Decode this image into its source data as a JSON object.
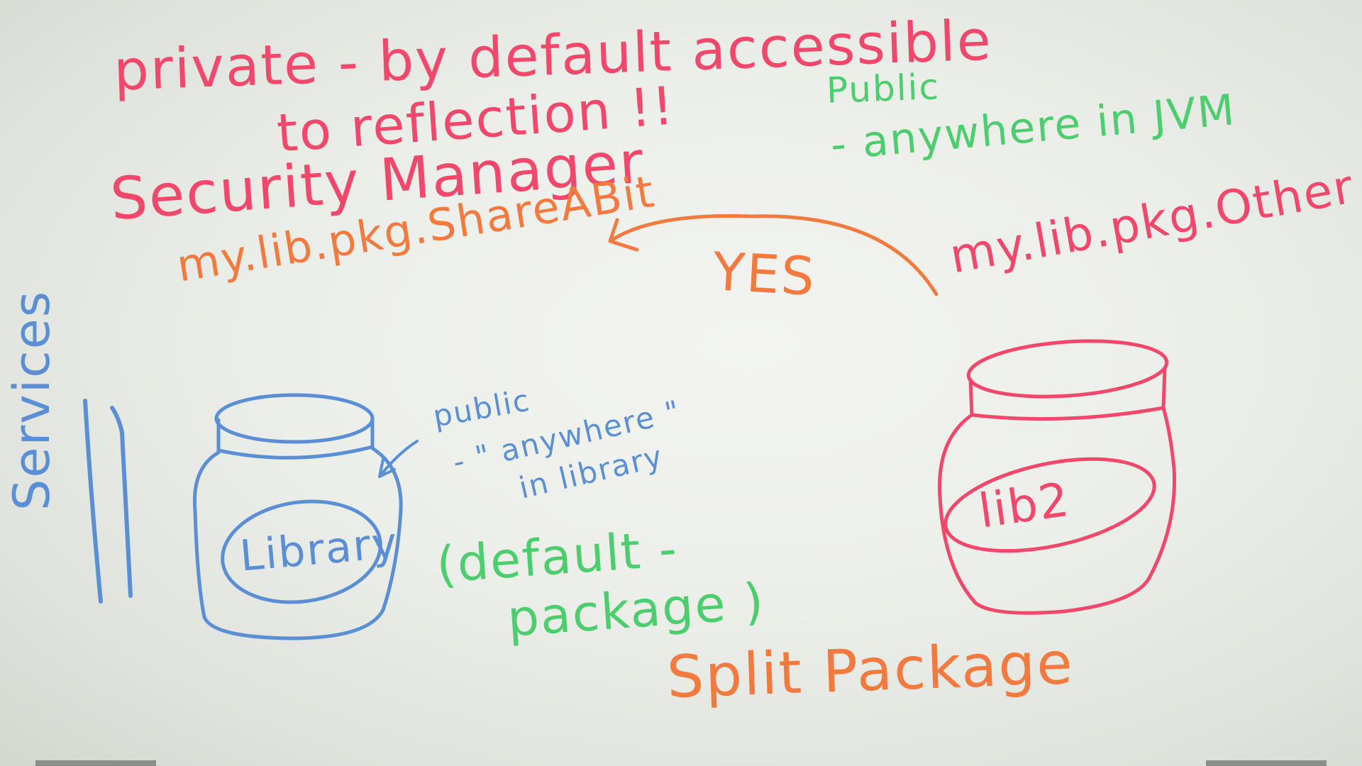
{
  "whiteboard": {
    "reflection_note": {
      "line1": "private - by default accessible",
      "line2": "to reflection !!"
    },
    "security_manager": "Security Manager",
    "public_jvm": {
      "title": "Public",
      "description": "- anywhere in JVM"
    },
    "access_example": {
      "source_class": "my.lib.pkg.ShareABit",
      "answer": "YES",
      "target_class": "my.lib.pkg.Other"
    },
    "services": "Services",
    "library_jar": {
      "label": "Library",
      "note_title": "public",
      "note_line2": "- \" anywhere \"",
      "note_line3": "in library"
    },
    "default_package": {
      "line1": "(default -",
      "line2": "package )"
    },
    "lib2_jar": {
      "label": "lib2"
    },
    "split_package": "Split Package"
  },
  "colors": {
    "red_marker": "#f0476b",
    "orange_marker": "#f27a3e",
    "green_marker": "#4ccd6e",
    "blue_marker": "#5a8fd6",
    "board": "#eceee9"
  }
}
